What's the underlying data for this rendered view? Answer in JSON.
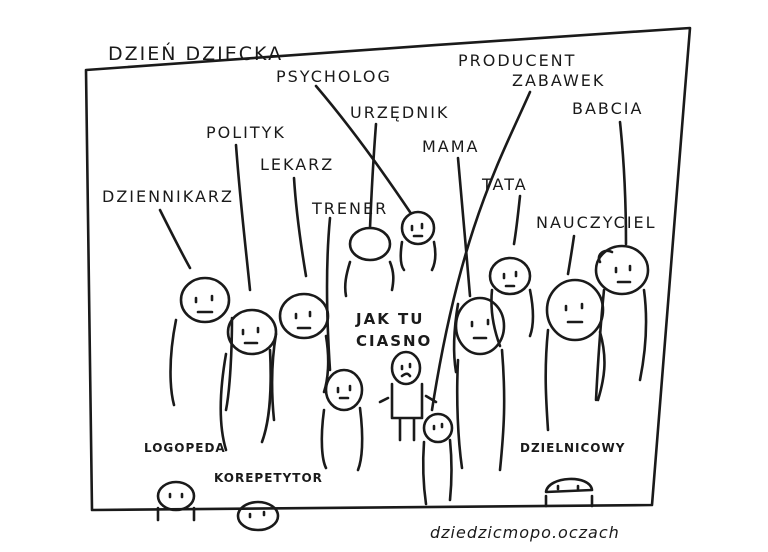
{
  "title": "DZIEŃ DZIECKA",
  "labels": {
    "psycholog": "PSYCHOLOG",
    "producent": "PRODUCENT",
    "zabawek": "ZABAWEK",
    "urzednik": "URZĘDNIK",
    "polityk": "POLITYK",
    "mama": "MAMA",
    "babcia": "BABCIA",
    "dziennikarz": "DZIENNIKARZ",
    "lekarz": "LEKARZ",
    "tata": "TATA",
    "trener": "TRENER",
    "nauczyciel": "NAUCZYCIEL",
    "speech_line1": "JAK TU",
    "speech_line2": "CIASNO",
    "logopeda": "LOGOPEDA",
    "korepetytor": "KOREPETYTOR",
    "dzielnicowy": "DZIELNICOWY"
  },
  "signature": "dziedzicmopo.oczach"
}
